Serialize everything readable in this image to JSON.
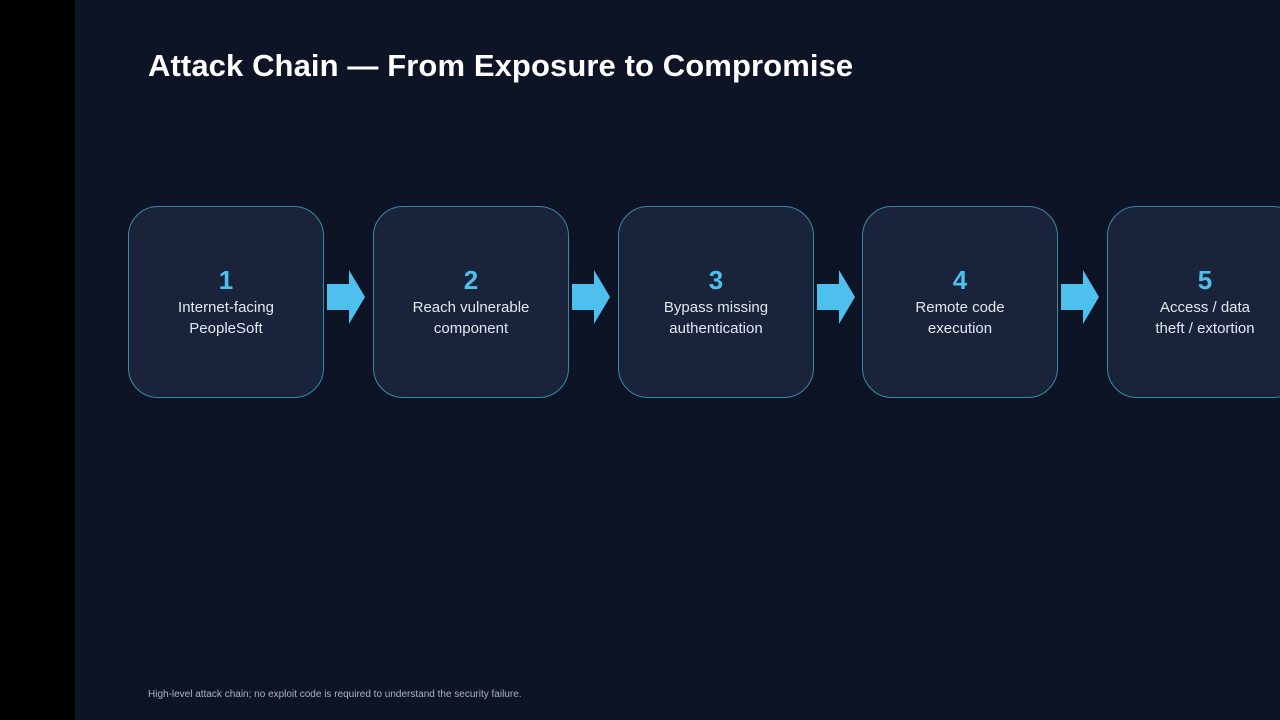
{
  "slide": {
    "title": "Attack Chain — From Exposure to Compromise",
    "footer_note": "High-level attack chain; no exploit code is required to understand the security failure."
  },
  "steps": [
    {
      "number": "1",
      "line1": "Internet-facing",
      "line2": "PeopleSoft"
    },
    {
      "number": "2",
      "line1": "Reach vulnerable",
      "line2": "component"
    },
    {
      "number": "3",
      "line1": "Bypass missing",
      "line2": "authentication"
    },
    {
      "number": "4",
      "line1": "Remote code",
      "line2": "execution"
    },
    {
      "number": "5",
      "line1": "Access / data",
      "line2": "theft / extortion"
    }
  ],
  "colors": {
    "background": "#0d1426",
    "box_fill": "#19243a",
    "box_border": "#3b87a5",
    "accent": "#4ec0ee",
    "text": "#e3e8ef"
  },
  "icons": {
    "connector": "arrow-right-icon"
  }
}
